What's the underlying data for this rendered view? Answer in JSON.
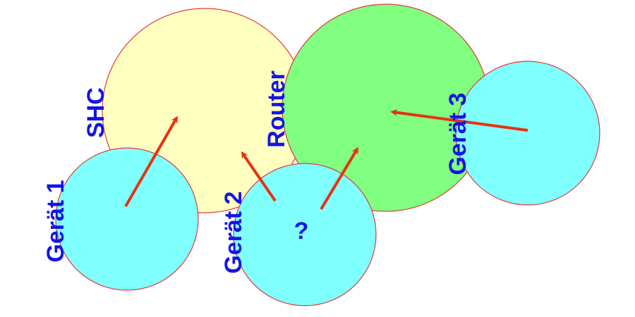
{
  "colors": {
    "shc_fill": "#ffffc0",
    "router_fill": "#80ff80",
    "device_fill": "#80ffff",
    "outline": "#e03c3c",
    "arrow": "#e63212",
    "text": "#1414e6"
  },
  "nodes": {
    "shc": {
      "label": "SHC"
    },
    "router": {
      "label": "Router"
    },
    "device1": {
      "label": "Gerät 1"
    },
    "device2": {
      "label": "Gerät 2",
      "marker": "?"
    },
    "device3": {
      "label": "Gerät 3"
    }
  }
}
